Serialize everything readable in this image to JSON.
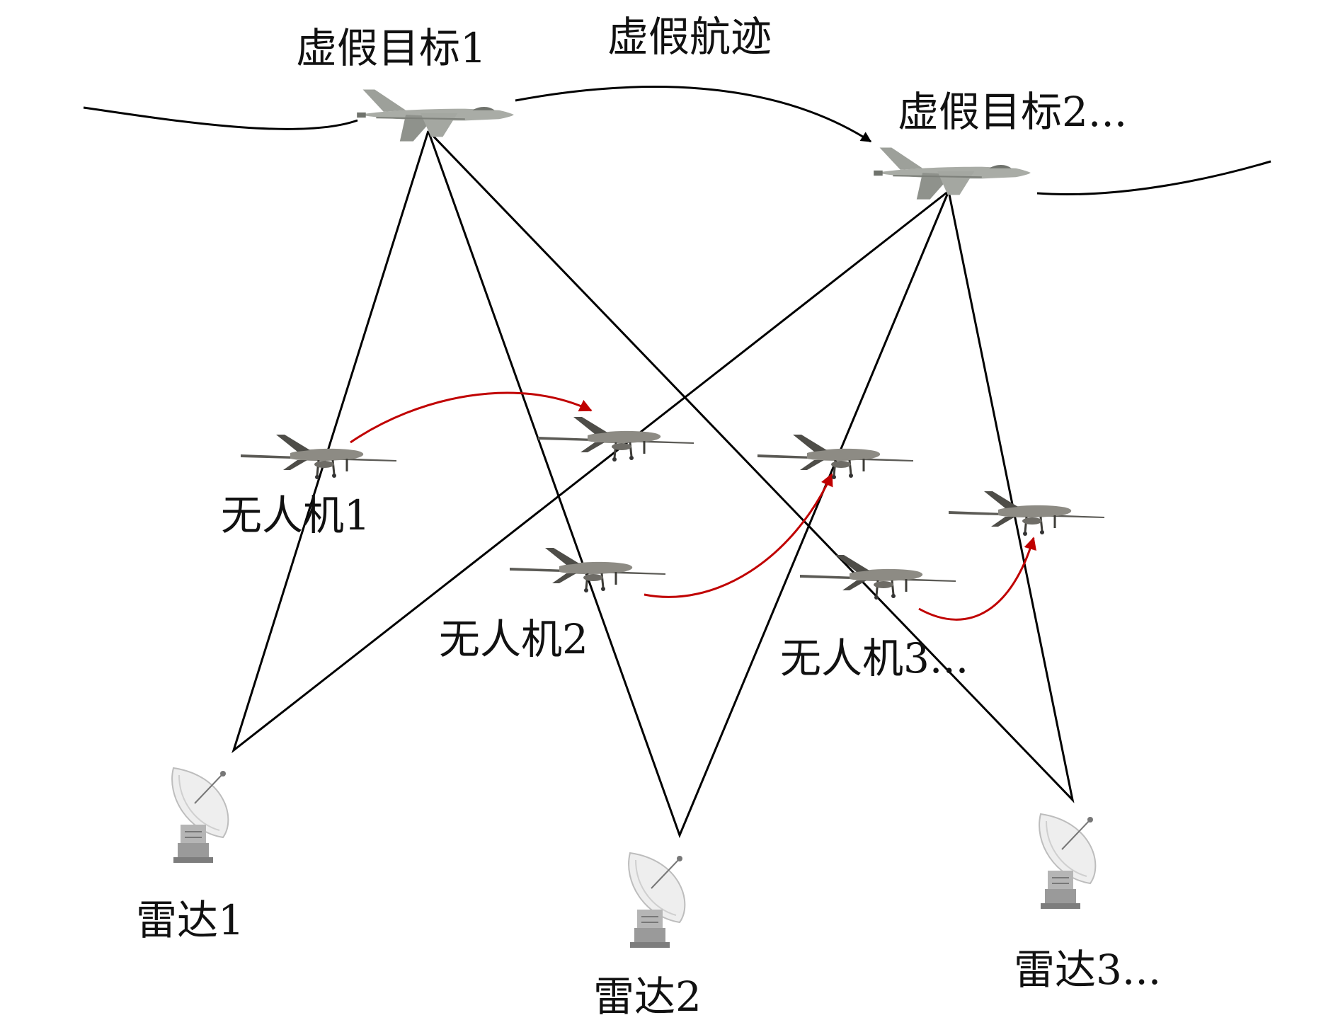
{
  "labels": {
    "fake_target_1": "虚假目标1",
    "fake_track": "虚假航迹",
    "fake_target_2": "虚假目标2...",
    "uav_1": "无人机1",
    "uav_2": "无人机2",
    "uav_3": "无人机3...",
    "radar_1": "雷达1",
    "radar_2": "雷达2",
    "radar_3": "雷达3..."
  },
  "colors": {
    "line": "#000000",
    "motion_arrow": "#c00000",
    "jet_body": "#a9aca6",
    "jet_shade": "#7d807a",
    "uav_body": "#5b5a55",
    "uav_light": "#8d8b84",
    "radar_dish": "#eeeeee",
    "radar_frame": "#9a9a9a"
  },
  "icons": {
    "fake_target": "fighter-jet-icon",
    "uav": "uav-drone-icon",
    "radar": "radar-dish-icon"
  }
}
